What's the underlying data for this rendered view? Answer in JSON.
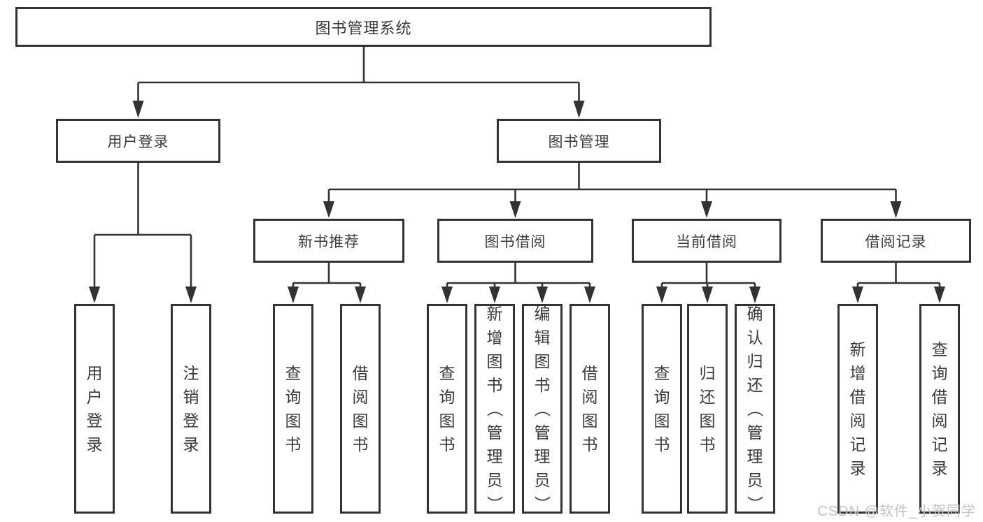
{
  "tree": {
    "root": {
      "label": "图书管理系统"
    },
    "branches": [
      {
        "label": "用户登录",
        "children": [
          {
            "label": "用户登录"
          },
          {
            "label": "注销登录"
          }
        ]
      },
      {
        "label": "图书管理",
        "groups": [
          {
            "label": "新书推荐",
            "children": [
              {
                "label": "查询图书"
              },
              {
                "label": "借阅图书"
              }
            ]
          },
          {
            "label": "图书借阅",
            "children": [
              {
                "label": "查询图书"
              },
              {
                "label": "新增图书（管理员）"
              },
              {
                "label": "编辑图书（管理员）"
              },
              {
                "label": "借阅图书"
              }
            ]
          },
          {
            "label": "当前借阅",
            "children": [
              {
                "label": "查询图书"
              },
              {
                "label": "归还图书"
              },
              {
                "label": "确认归还（管理员）"
              }
            ]
          },
          {
            "label": "借阅记录",
            "children": [
              {
                "label": "新增借阅记录"
              },
              {
                "label": "查询借阅记录"
              }
            ]
          }
        ]
      }
    ]
  },
  "watermark": "CSDN @软件_小贺同学",
  "colors": {
    "line": "#333333",
    "text": "#3a3a3a",
    "background": "#ffffff",
    "box_bg": "#ffffff",
    "watermark": "#c2c2c2"
  }
}
